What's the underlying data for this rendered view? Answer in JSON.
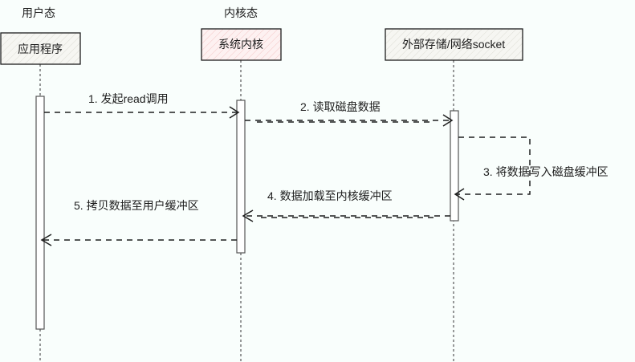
{
  "zones": {
    "user": "用户态",
    "kernel": "内核态"
  },
  "participants": [
    {
      "label": "应用程序"
    },
    {
      "label": "系统内核"
    },
    {
      "label": "外部存储/网络socket"
    }
  ],
  "messages": [
    {
      "label": "1. 发起read调用"
    },
    {
      "label": "2. 读取磁盘数据"
    },
    {
      "label": "3. 将数据写入磁盘缓冲区"
    },
    {
      "label": "4. 数据加载至内核缓冲区"
    },
    {
      "label": "5. 拷贝数据至用户缓冲区"
    }
  ],
  "colors": {
    "kernel_fill": "#fbe3e3",
    "box_fill": "#f3f3ee",
    "background": "#f9fefc"
  }
}
